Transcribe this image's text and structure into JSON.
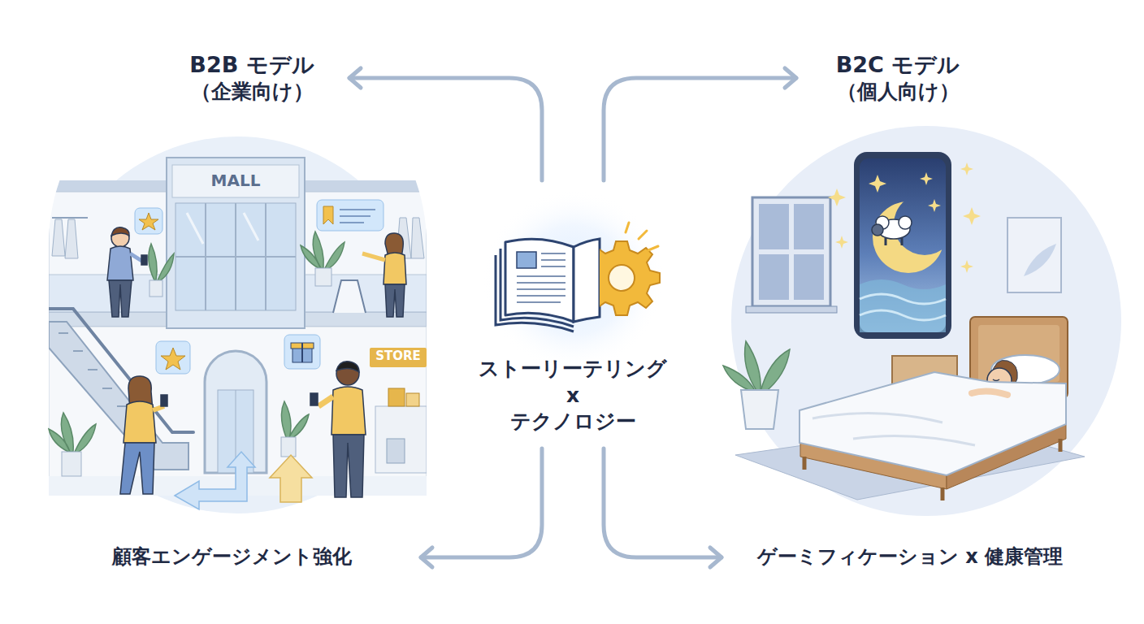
{
  "diagram": {
    "nodes": [
      {
        "text": [
          "B2B モデル",
          "（企業向け）"
        ]
      },
      {
        "text": [
          "B2C モデル",
          "（個人向け）"
        ]
      },
      {
        "text": [
          "ストーリーテリング x テクノロジー"
        ]
      },
      {
        "text": [
          "顧客エンゲージメント強化"
        ]
      },
      {
        "text": [
          "ゲーミフィケーション x 健康管理"
        ]
      }
    ],
    "edges": [
      {
        "from": 2,
        "to": 0,
        "arrow": "to"
      },
      {
        "from": 2,
        "to": 1,
        "arrow": "to"
      },
      {
        "from": 2,
        "to": 3,
        "arrow": "to"
      },
      {
        "from": 2,
        "to": 4,
        "arrow": "to"
      }
    ],
    "labels": [
      "MALL",
      "STORE"
    ]
  }
}
